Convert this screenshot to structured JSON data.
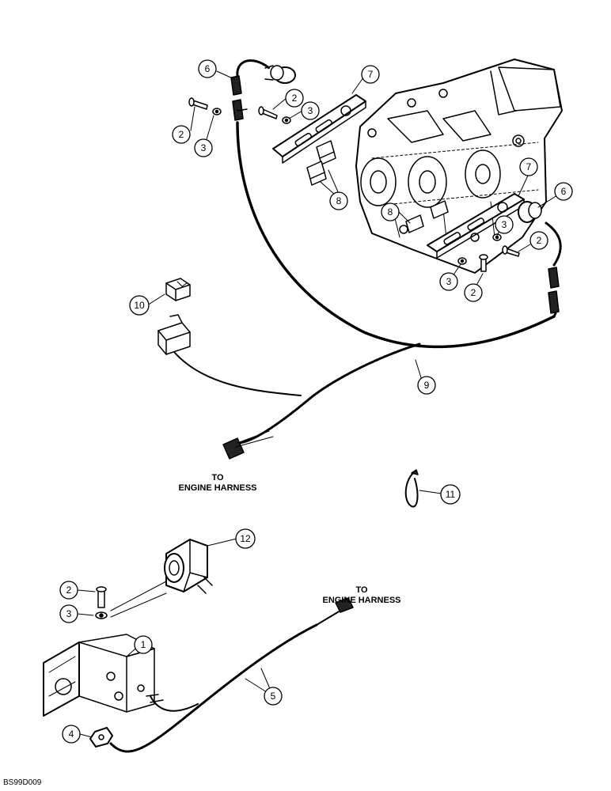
{
  "callouts": {
    "c1": "1",
    "c2": "2",
    "c3": "3",
    "c4": "4",
    "c5": "5",
    "c6": "6",
    "c7": "7",
    "c8": "8",
    "c9": "9",
    "c10": "10",
    "c11": "11",
    "c12": "12"
  },
  "labels": {
    "to_engine_harness_1_line1": "TO",
    "to_engine_harness_1_line2": "ENGINE HARNESS",
    "to_engine_harness_2_line1": "TO",
    "to_engine_harness_2_line2": "ENGINE HARNESS"
  },
  "figure_code": "BS99D009"
}
